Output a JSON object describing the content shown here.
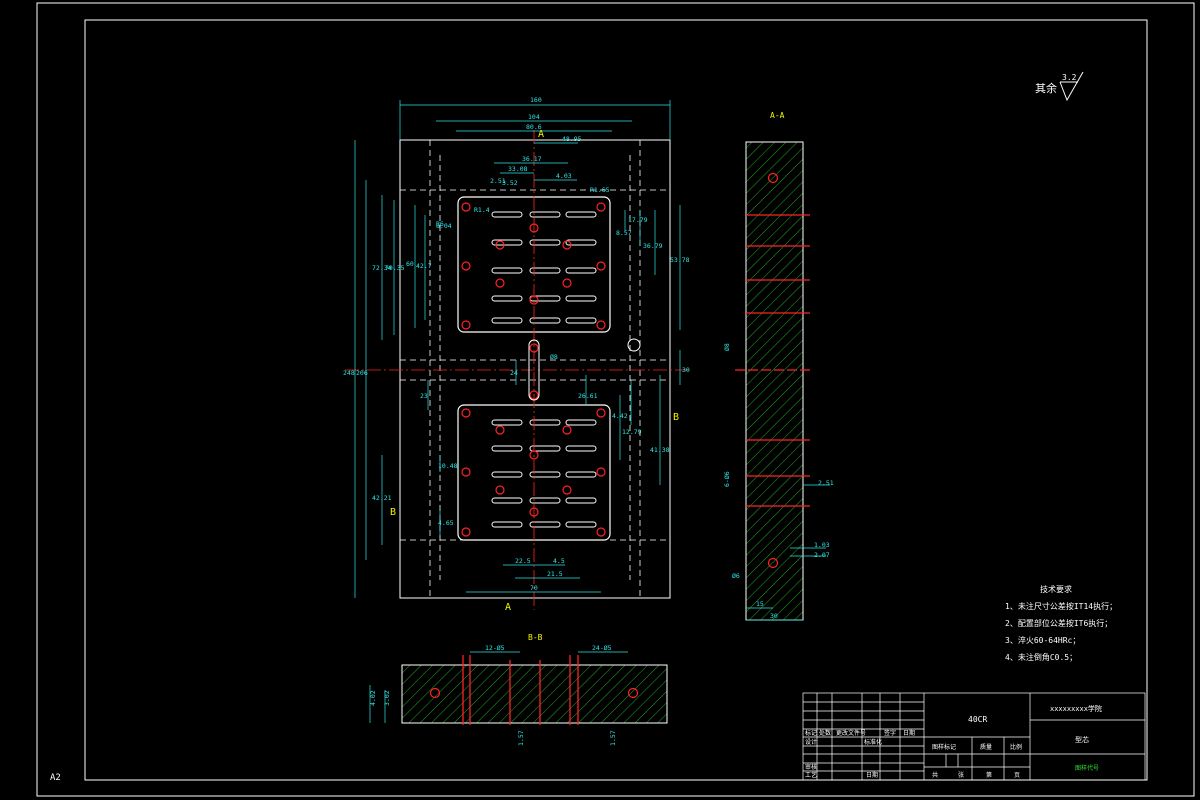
{
  "sheet": {
    "size_label": "A2"
  },
  "roughness": {
    "prefix": "其余",
    "value": "3.2"
  },
  "section_labels": {
    "aa": "A-A",
    "bb": "B-B",
    "a": "A",
    "b": "B"
  },
  "dimensions": {
    "width_160": "160",
    "width_104": "104",
    "width_80_6": "80.6",
    "width_48": "48.95",
    "d_36_17": "36.17",
    "d_33_08": "33.08",
    "d_4_03": "4.03",
    "d_3_52": "3.52",
    "d_2_51": "2.51",
    "d_r1_4": "R1.4",
    "d_r6": "R6",
    "d_r1_65": "R1.65",
    "d_8_57": "8.57",
    "d_17_79": "17.79",
    "d_36_79": "36.79",
    "d_53_78": "53.78",
    "h_248": "248",
    "h_206": "206",
    "h_72_34": "72.34",
    "h_70_35": "70.35",
    "h_60": "60",
    "h_42_7": "42.7",
    "h_8_04": "8.04",
    "d_phi8": "Ø8",
    "d_24": "24",
    "d_30": "30",
    "d_23": "23",
    "d_26_61": "26.61",
    "d_4_42": "4.42",
    "d_12_79": "12.79",
    "d_41_38": "41.38",
    "d_42_21": "42.21",
    "d_10_48": "10.48",
    "d_4_65": "4.65",
    "d_22_5": "22.5",
    "d_4_5": "4.5",
    "d_21_5": "21.5",
    "d_70": "70",
    "aa_phi": "Ø8",
    "aa_holes": "6-Ø6",
    "aa_2_51": "2.51",
    "aa_1_03": "1.03",
    "aa_2_07": "2.07",
    "aa_phi6": "Ø6",
    "aa_15": "15",
    "aa_30": "30",
    "bb_12": "12-Ø5",
    "bb_24": "24-Ø5",
    "bb_4_02": "4.02",
    "bb_3_02": "3.02",
    "bb_1_57a": "1.57",
    "bb_1_57b": "1.57"
  },
  "tech_requirements": {
    "title": "技术要求",
    "items": [
      "1、未注尺寸公差按IT14执行；",
      "2、配置部位公差按IT6执行；",
      "3、淬火60-64HRc；",
      "4、未注倒角C0.5；"
    ]
  },
  "title_block": {
    "material": "40CR",
    "school": "xxxxxxxxx学院",
    "part_name": "型芯",
    "drawing_no": "图样代号",
    "row_labels": [
      "标记",
      "处数",
      "更改文件号",
      "签字",
      "日期"
    ],
    "design": "设计",
    "standard": "标准化",
    "review": "审核",
    "process": "工艺",
    "date": "日期",
    "stage": "图样标记",
    "weight": "质量",
    "scale": "比例",
    "sheets": "共",
    "sheet_unit": "张",
    "page": "第",
    "page_unit": "页"
  },
  "colors": {
    "outline": "#ffffff",
    "dim": "#2ee6e6",
    "hatch": "#2ee62e",
    "center": "#ff2222",
    "label": "#f2f200",
    "hole": "#ff2222"
  }
}
